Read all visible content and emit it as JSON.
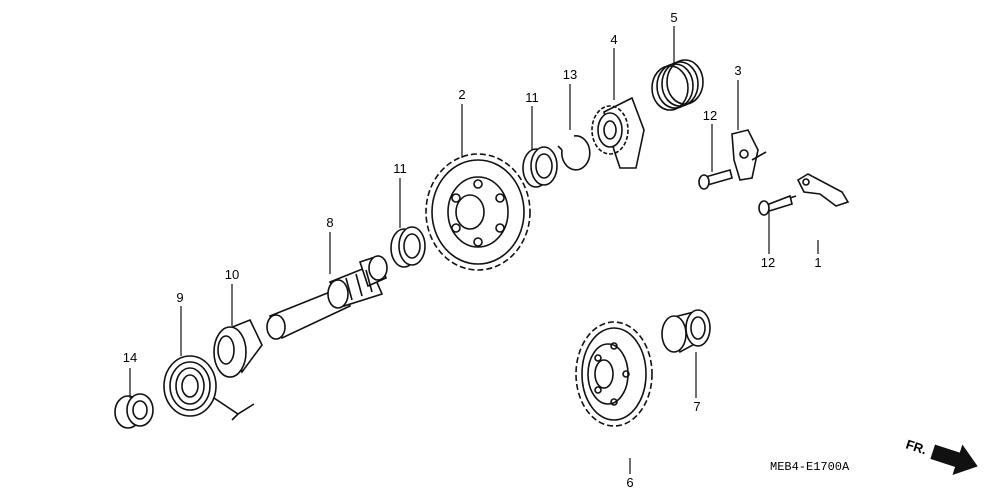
{
  "diagram": {
    "drawing_code": "MEB4-E1700A",
    "front_marker": "FR.",
    "callouts": {
      "n1": "1",
      "n2": "2",
      "n3": "3",
      "n4": "4",
      "n5": "5",
      "n6": "6",
      "n7": "7",
      "n8": "8",
      "n9": "9",
      "n10": "10",
      "n11a": "11",
      "n11b": "11",
      "n12a": "12",
      "n12b": "12",
      "n13": "13",
      "n14": "14"
    }
  }
}
